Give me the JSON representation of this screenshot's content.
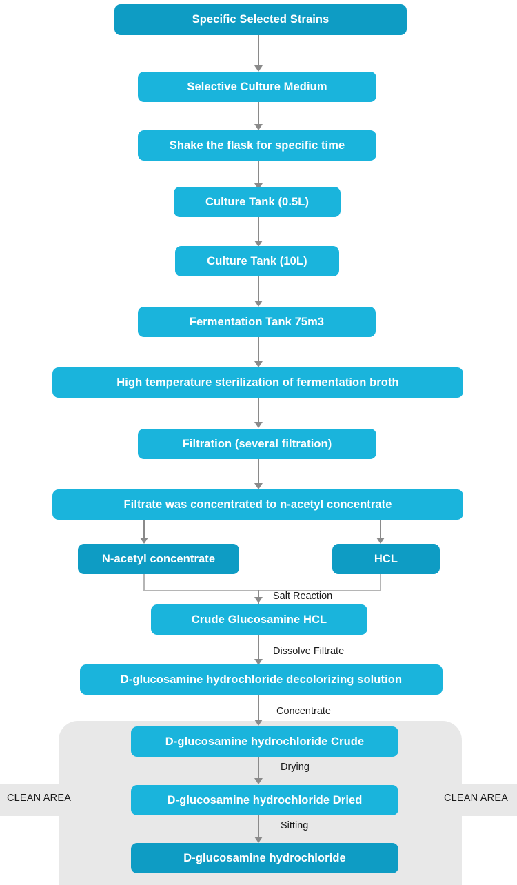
{
  "diagram": {
    "title": "D-glucosamine hydrochloride production flowchart",
    "colors": {
      "node_bright": "#1ab4dc",
      "node_deep": "#0e9cc4",
      "arrow": "#8a8a8a",
      "connector": "#b5b5b5",
      "clean_area_bg": "#e8e8e8",
      "node_text": "#ffffff",
      "label_text": "#1a1a1a"
    },
    "nodes": [
      {
        "id": "n1",
        "label": "Specific Selected Strains"
      },
      {
        "id": "n2",
        "label": "Selective Culture Medium"
      },
      {
        "id": "n3",
        "label": "Shake the flask for specific time"
      },
      {
        "id": "n4",
        "label": "Culture Tank (0.5L)"
      },
      {
        "id": "n5",
        "label": "Culture Tank (10L)"
      },
      {
        "id": "n6",
        "label": "Fermentation Tank 75m3"
      },
      {
        "id": "n7",
        "label": "High temperature sterilization of fermentation broth"
      },
      {
        "id": "n8",
        "label": "Filtration (several filtration)"
      },
      {
        "id": "n9",
        "label": "Filtrate was concentrated to n-acetyl concentrate"
      },
      {
        "id": "n10",
        "label": "N-acetyl concentrate"
      },
      {
        "id": "n11",
        "label": "HCL"
      },
      {
        "id": "n12",
        "label": "Crude Glucosamine HCL"
      },
      {
        "id": "n13",
        "label": "D-glucosamine hydrochloride decolorizing solution"
      },
      {
        "id": "n14",
        "label": "D-glucosamine hydrochloride Crude"
      },
      {
        "id": "n15",
        "label": "D-glucosamine hydrochloride Dried"
      },
      {
        "id": "n16",
        "label": "D-glucosamine hydrochloride"
      }
    ],
    "edge_labels": [
      {
        "id": "e1",
        "label": "Salt Reaction"
      },
      {
        "id": "e2",
        "label": "Dissolve Filtrate"
      },
      {
        "id": "e3",
        "label": "Concentrate"
      },
      {
        "id": "e4",
        "label": "Drying"
      },
      {
        "id": "e5",
        "label": "Sitting"
      }
    ],
    "clean_area": {
      "left_label": "CLEAN AREA",
      "right_label": "CLEAN AREA"
    }
  }
}
